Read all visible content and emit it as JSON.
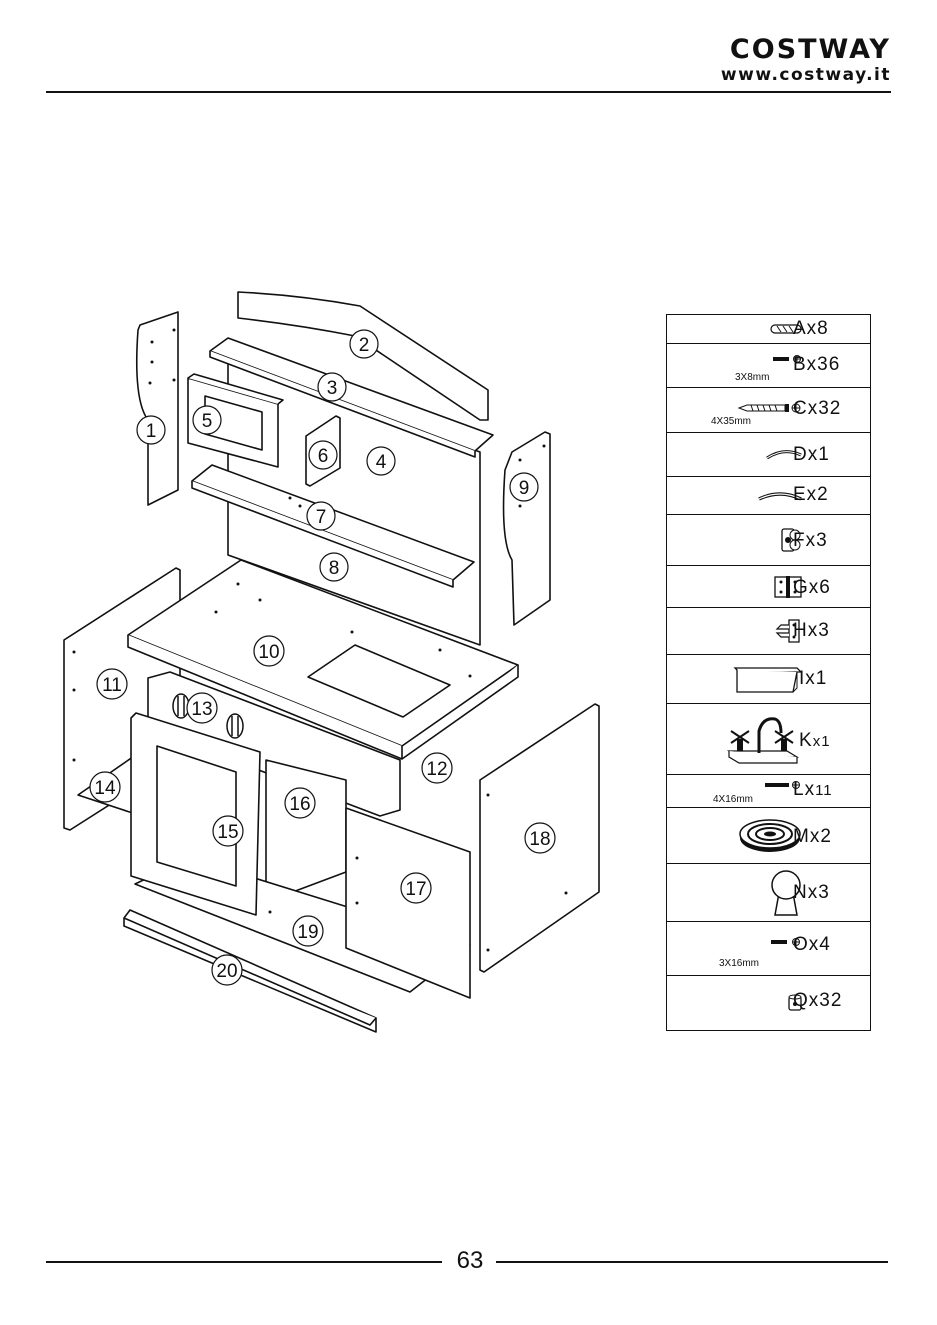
{
  "header": {
    "brand": "COSTWAY",
    "url": "www.costway.it"
  },
  "diagram": {
    "callouts": [
      "1",
      "2",
      "3",
      "4",
      "5",
      "6",
      "7",
      "8",
      "9",
      "10",
      "11",
      "12",
      "13",
      "14",
      "15",
      "16",
      "17",
      "18",
      "19",
      "20"
    ]
  },
  "parts": [
    {
      "label": "Ax8",
      "size": "",
      "icon": "dowel-icon"
    },
    {
      "label": "Bx36",
      "size": "3X8mm",
      "icon": "small-screw-icon"
    },
    {
      "label": "Cx32",
      "size": "4X35mm",
      "icon": "long-screw-icon"
    },
    {
      "label": "Dx1",
      "size": "",
      "icon": "handle-small-icon"
    },
    {
      "label": "Ex2",
      "size": "",
      "icon": "handle-large-icon"
    },
    {
      "label": "Fx3",
      "size": "",
      "icon": "cam-lock-icon"
    },
    {
      "label": "Gx6",
      "size": "",
      "icon": "hinge-icon"
    },
    {
      "label": "Hx3",
      "size": "",
      "icon": "bracket-icon"
    },
    {
      "label": "Ix1",
      "size": "",
      "icon": "sink-basin-icon"
    },
    {
      "label": "K",
      "suffix": "x1",
      "size": "",
      "icon": "faucet-icon"
    },
    {
      "label": "Lx",
      "suffix": "11",
      "size": "4X16mm",
      "icon": "medium-screw-icon"
    },
    {
      "label": "Mx2",
      "size": "",
      "icon": "burner-icon"
    },
    {
      "label": "Nx3",
      "size": "",
      "icon": "knob-icon"
    },
    {
      "label": "Ox4",
      "size": "3X16mm",
      "icon": "short-screw-icon"
    },
    {
      "label": "Qx32",
      "size": "",
      "icon": "cam-nut-icon"
    }
  ],
  "footer": {
    "page_number": "63"
  }
}
